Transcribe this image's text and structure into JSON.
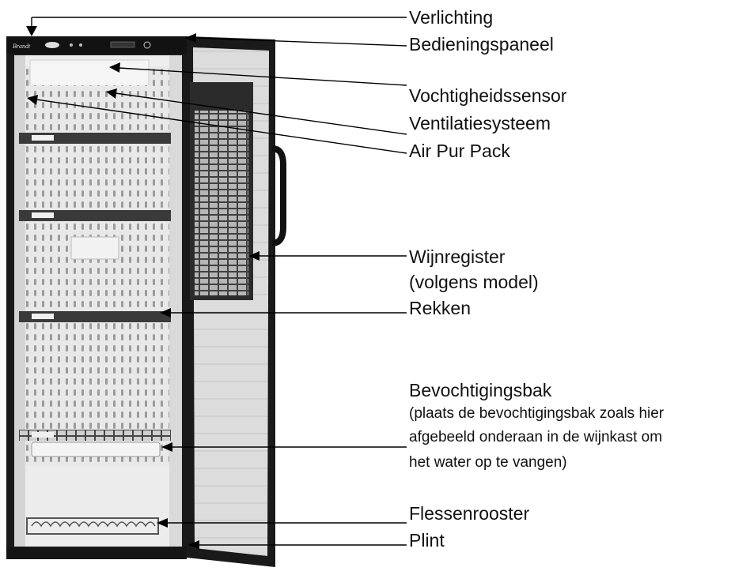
{
  "labels": {
    "verlichting": "Verlichting",
    "bedieningspaneel": "Bedieningspaneel",
    "vochtigheidssensor": "Vochtigheidssensor",
    "ventilatiesysteem": "Ventilatiesysteem",
    "air_pur_pack": "Air Pur Pack",
    "wijnregister": "Wijnregister",
    "wijnregister_note": "(volgens model)",
    "rekken": "Rekken",
    "bevochtigingsbak": "Bevochtigingsbak",
    "bevochtigingsbak_note_1": "(plaats de bevochtigingsbak zoals hier",
    "bevochtigingsbak_note_2": "afgebeeld onderaan in de wijnkast om",
    "bevochtigingsbak_note_3": "het water op te vangen)",
    "flessenrooster": "Flessenrooster",
    "plint": "Plint"
  },
  "brand": "Brandt",
  "colors": {
    "cabinet_frame": "#1a1a1a",
    "interior": "#e6e6e6",
    "shelf": "#3a3a3a",
    "door_panel": "#d9d9d9",
    "leader_line": "#000000"
  }
}
